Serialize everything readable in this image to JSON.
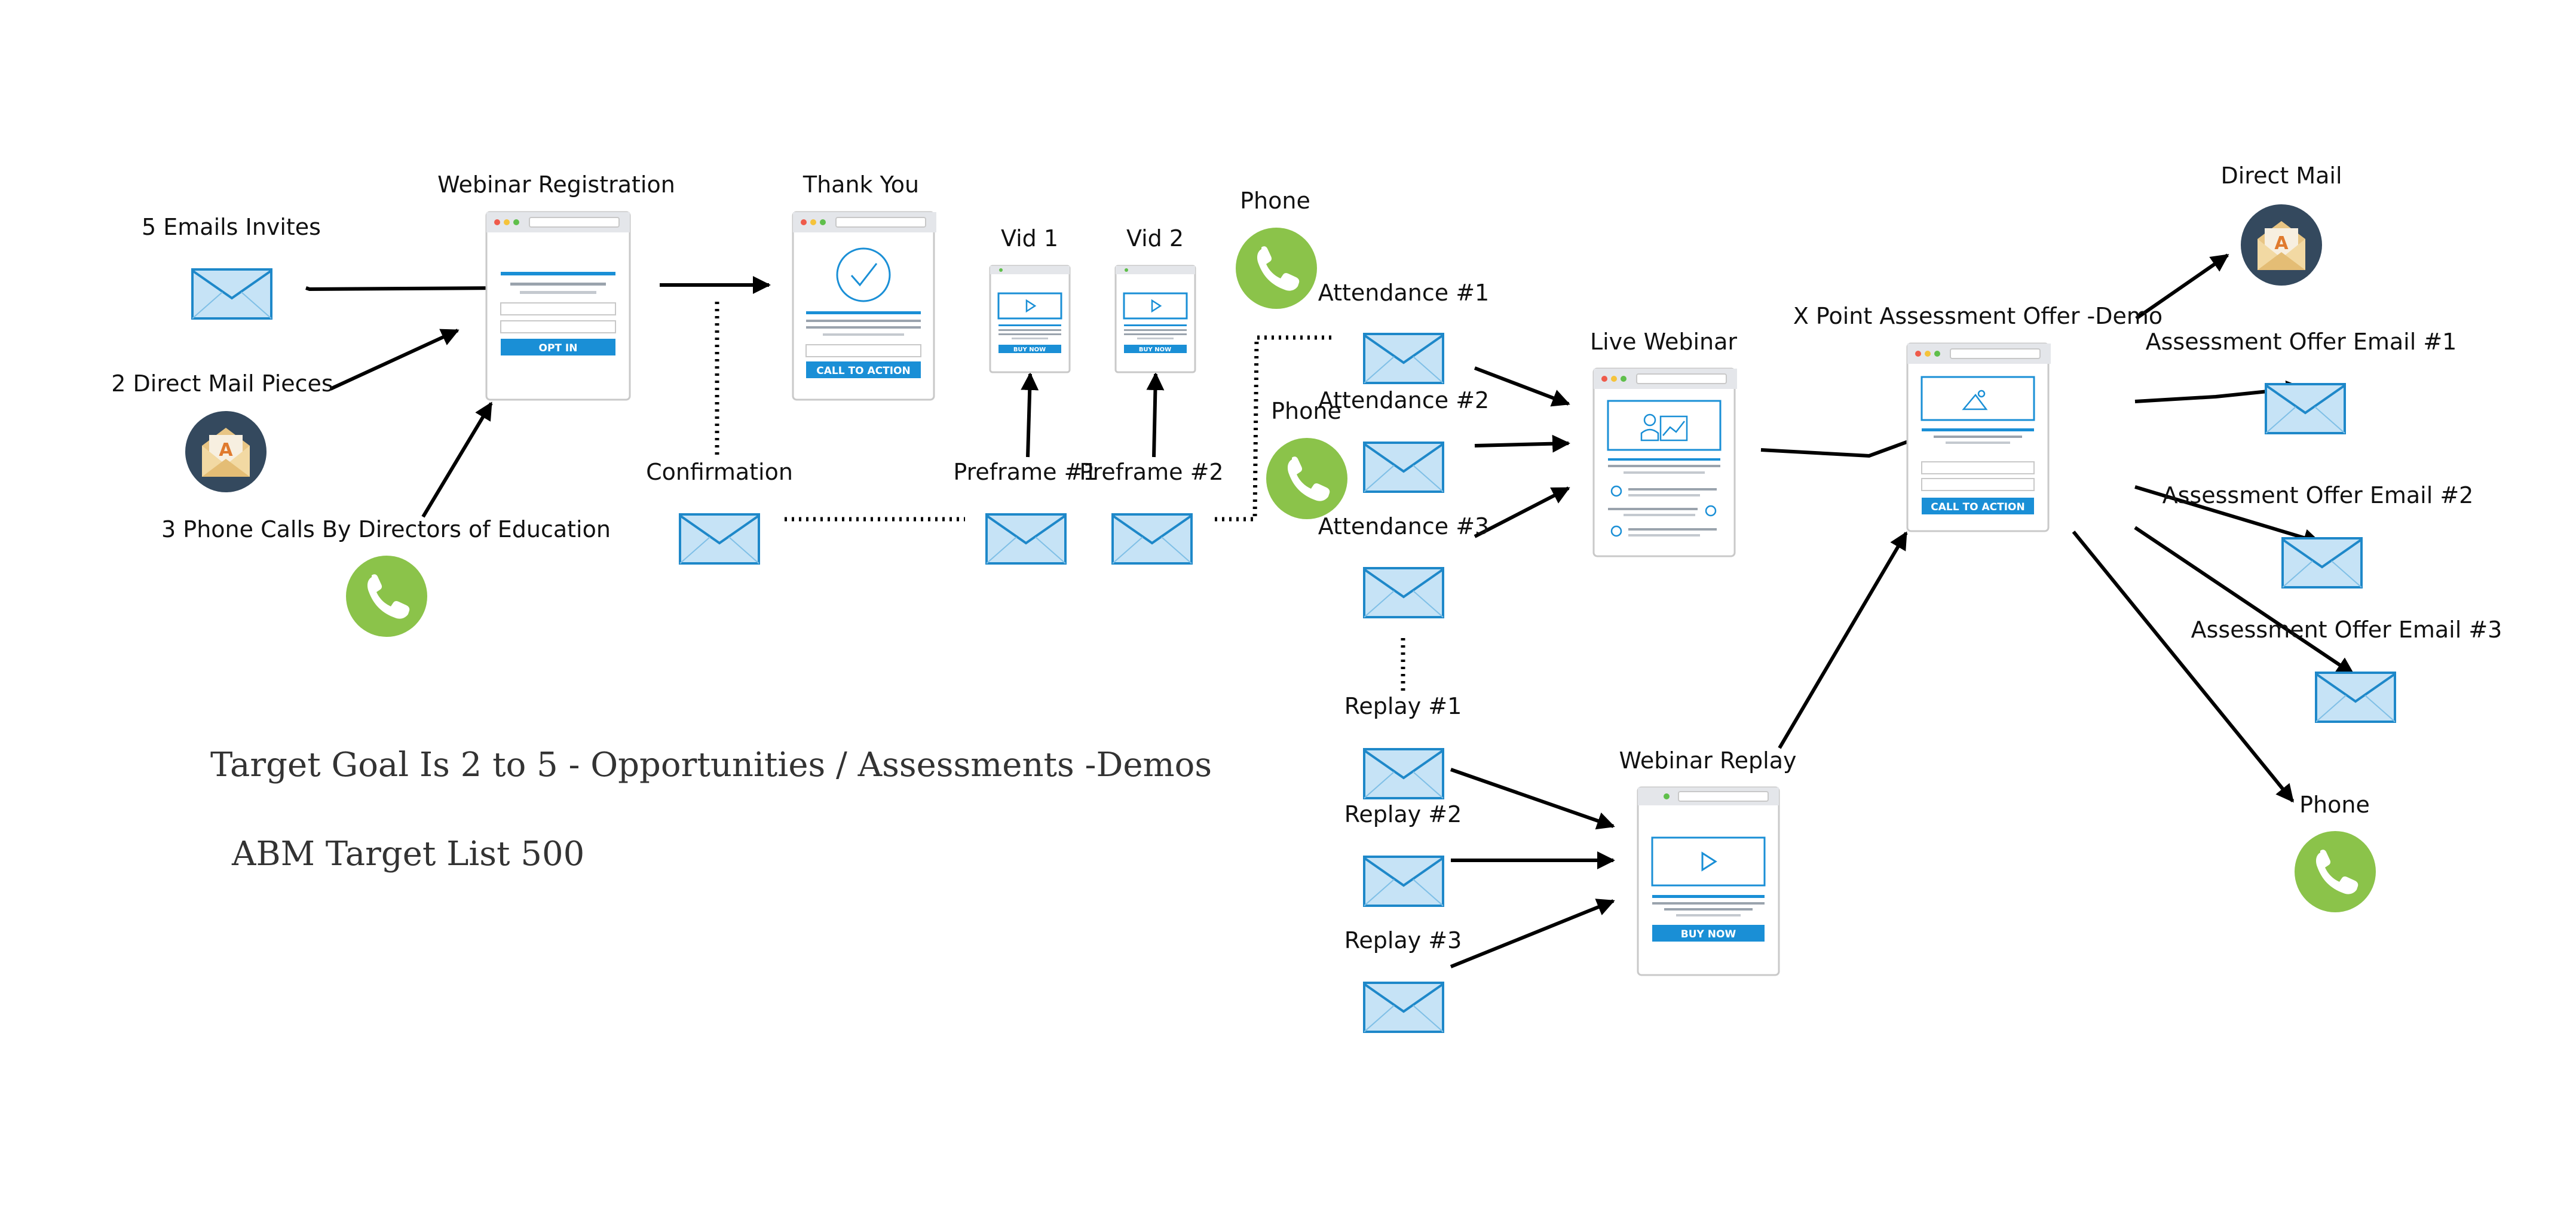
{
  "colors": {
    "envelope_fill": "#c6e3f6",
    "envelope_stroke": "#1e88c9",
    "phone_green": "#8bc34a",
    "mail_dark": "#34495e",
    "page_accent": "#1a8fd6",
    "page_border": "#c9c9c9",
    "text_gray": "#333333"
  },
  "labels": {
    "email_invites": "5 Emails Invites",
    "direct_mail_pieces": "2 Direct Mail Pieces",
    "phone_calls": "3 Phone Calls By Directors of Education",
    "webinar_registration": "Webinar Registration",
    "thank_you": "Thank You",
    "confirmation": "Confirmation",
    "vid1": "Vid 1",
    "vid2": "Vid 2",
    "preframe1": "Preframe #1",
    "preframe2": "Preframe #2",
    "phone_top": "Phone",
    "phone_mid": "Phone",
    "attendance1": "Attendance #1",
    "attendance2": "Attendance #2",
    "attendance3": "Attendance #3",
    "replay1": "Replay #1",
    "replay2": "Replay #2",
    "replay3": "Replay #3",
    "live_webinar": "Live Webinar",
    "webinar_replay": "Webinar Replay",
    "x_point_offer": "X Point Assessment Offer -Demo",
    "direct_mail": "Direct Mail",
    "offer_email1": "Assessment Offer Email #1",
    "offer_email2": "Assessment Offer Email #2",
    "offer_email3": "Assessment Offer Email #3",
    "phone_right": "Phone"
  },
  "notes": {
    "target_goal": "Target Goal Is 2 to 5  - Opportunities / Assessments -Demos",
    "abm_list": "ABM Target List 500"
  },
  "buttons": {
    "opt_in": "OPT IN",
    "call_to_action": "CALL TO ACTION",
    "buy_now": "BUY NOW",
    "buy_now_small": "BUY NOW",
    "mail_letter": "A"
  }
}
